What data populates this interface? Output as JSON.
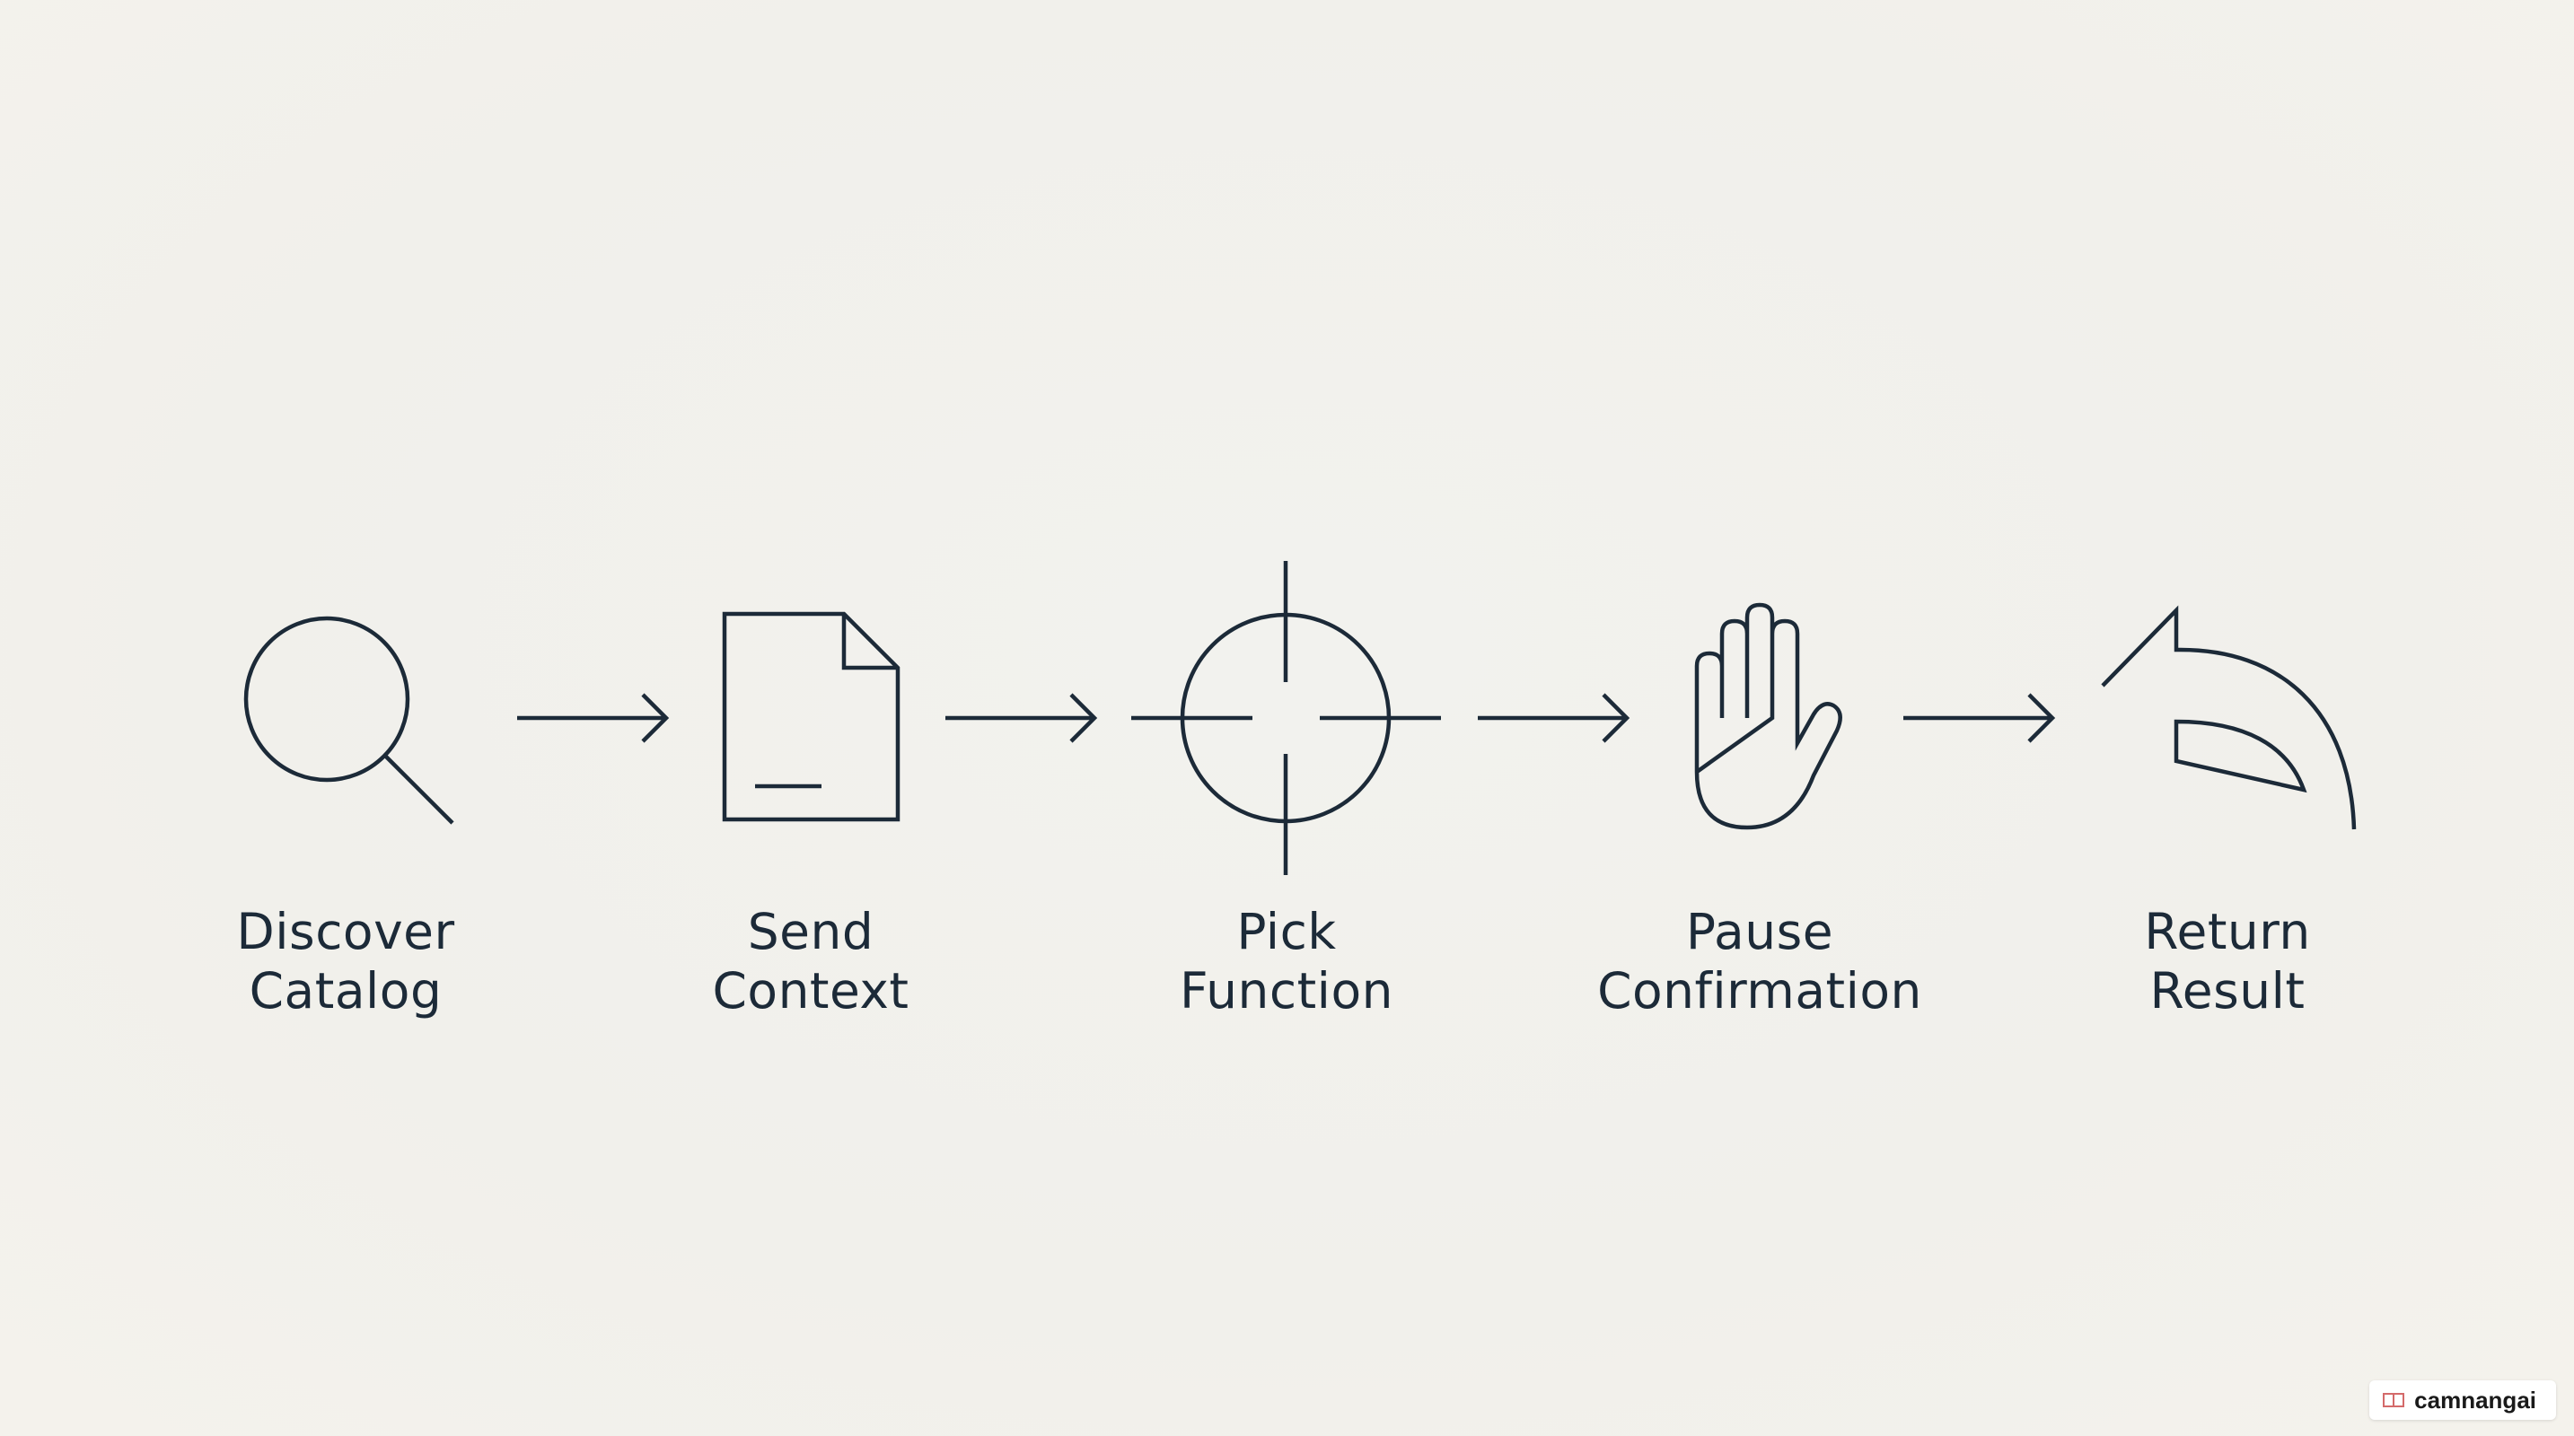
{
  "steps": [
    {
      "icon": "magnifier-icon",
      "line1": "Discover",
      "line2": "Catalog"
    },
    {
      "icon": "document-icon",
      "line1": "Send",
      "line2": "Context"
    },
    {
      "icon": "crosshair-icon",
      "line1": "Pick",
      "line2": "Function"
    },
    {
      "icon": "hand-icon",
      "line1": "Pause",
      "line2": "Confirmation"
    },
    {
      "icon": "return-arrow-icon",
      "line1": "Return",
      "line2": "Result"
    }
  ],
  "watermark": {
    "text": "camnangai",
    "icon": "book-icon"
  },
  "colors": {
    "stroke": "#1c2a38",
    "background": "#f2f2ee"
  }
}
